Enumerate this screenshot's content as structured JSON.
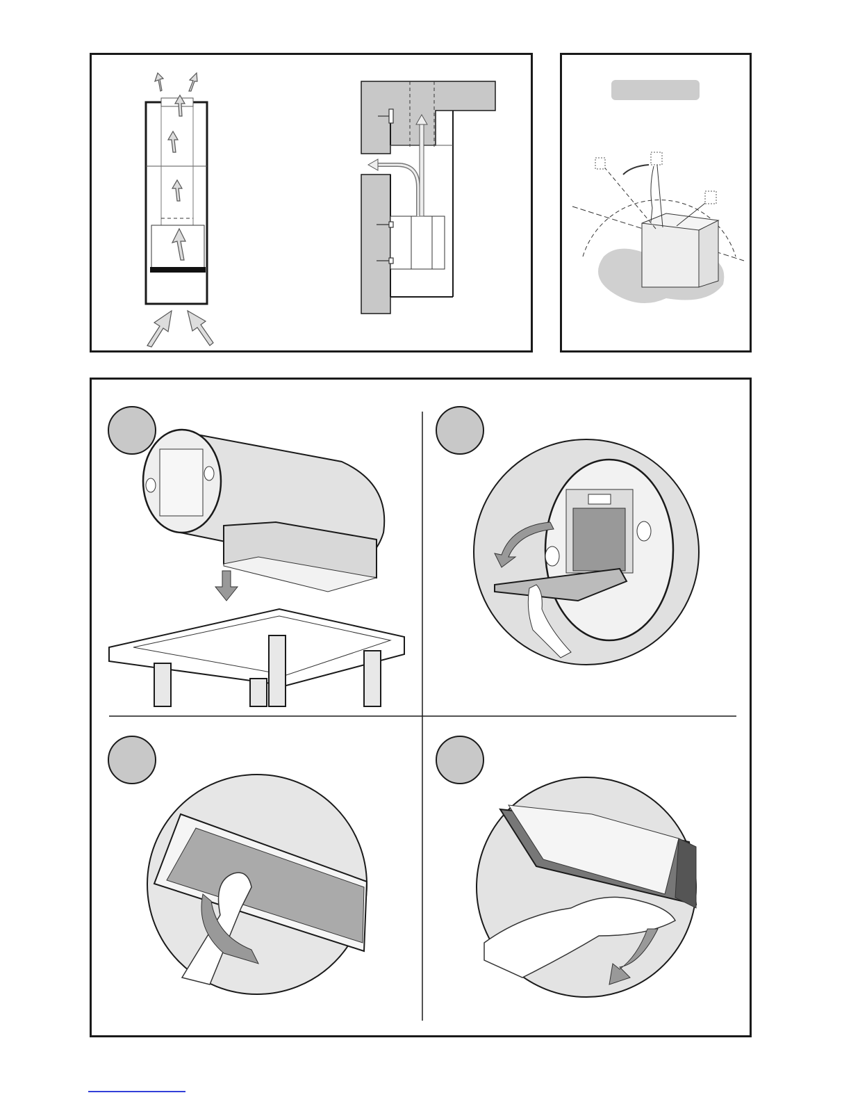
{
  "document": {
    "page_type": "installation-diagram-page",
    "colors": {
      "line": "#1a1a1a",
      "shade": "#c8c8c8",
      "filter": "#aaaaaa",
      "link": "#3340d8"
    }
  },
  "top_left_panel": {
    "figures": [
      {
        "name": "filtering-version-airflow"
      },
      {
        "name": "ducted-version-airflow"
      }
    ]
  },
  "top_right_panel": {
    "label_box_text": "",
    "figure": {
      "name": "hood-ceiling-hanging-install"
    }
  },
  "steps_panel": {
    "steps": [
      {
        "badge_text": "",
        "name": "step-mount-hood-over-hob"
      },
      {
        "badge_text": "",
        "name": "step-open-filter-panel"
      },
      {
        "badge_text": "",
        "name": "step-remove-grease-filter"
      },
      {
        "badge_text": "",
        "name": "step-remove-charcoal-filter"
      }
    ]
  }
}
